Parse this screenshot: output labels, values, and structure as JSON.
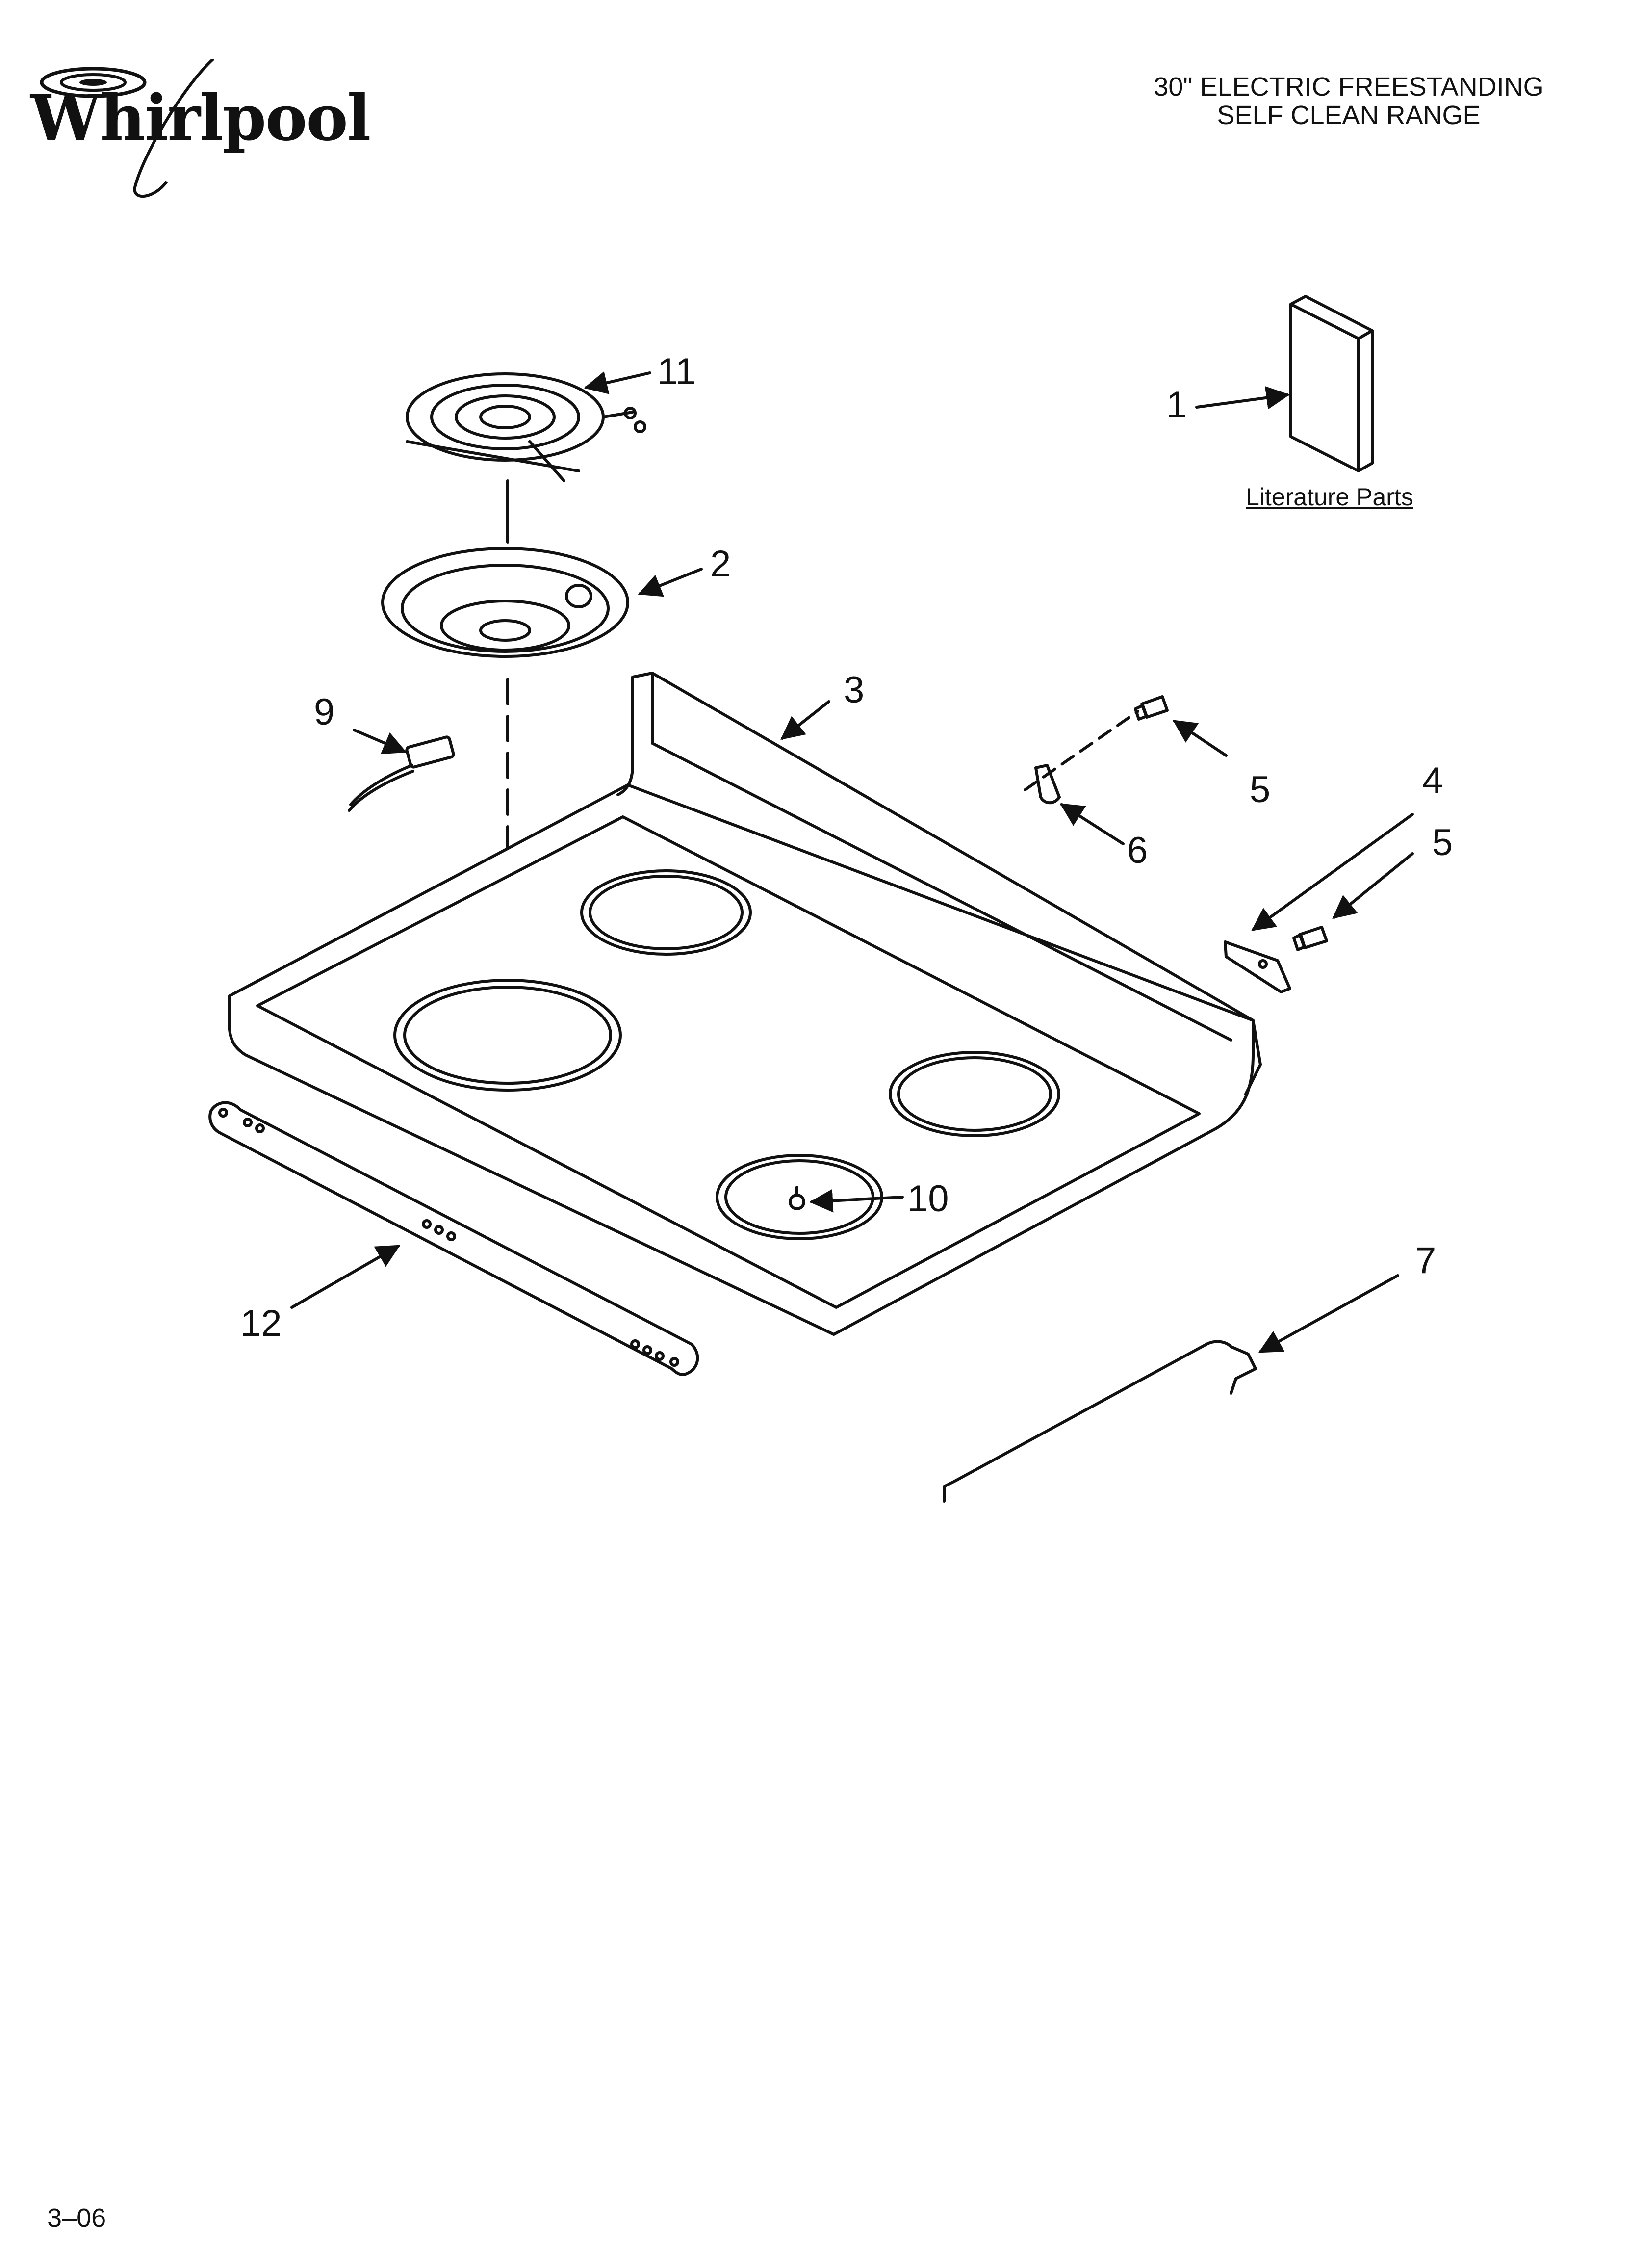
{
  "brand": {
    "name": "Whirlpool"
  },
  "title": {
    "line1": "30\" ELECTRIC FREESTANDING",
    "line2": "SELF CLEAN RANGE"
  },
  "literature_label": "Literature Parts",
  "callouts": {
    "c1": "1",
    "c2": "2",
    "c3": "3",
    "c4": "4",
    "c5a": "5",
    "c5b": "5",
    "c6": "6",
    "c7": "7",
    "c9": "9",
    "c10": "10",
    "c11": "11",
    "c12": "12"
  },
  "footer": "3–06"
}
